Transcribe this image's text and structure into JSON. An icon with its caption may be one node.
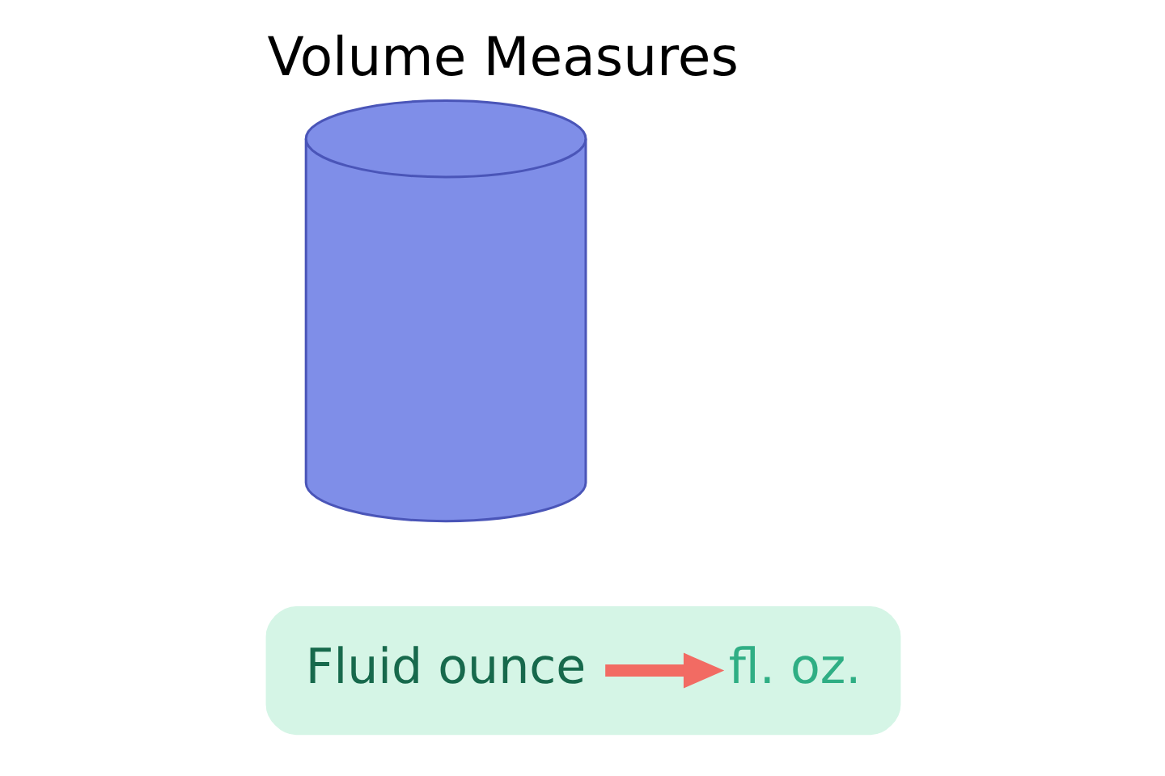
{
  "diagram": {
    "title": "Volume Measures",
    "nodes": [
      {
        "text": [],
        "shape": "bar"
      },
      {
        "text": [
          "Fluid ounce"
        ],
        "in": 0
      },
      {
        "text": [
          "fl. oz."
        ],
        "in": 0
      },
      {
        "text": [],
        "shape": "picture"
      }
    ],
    "edges": [
      {
        "from": 1,
        "to": 2,
        "arrow": "to",
        "color": "#f26b63"
      }
    ]
  }
}
